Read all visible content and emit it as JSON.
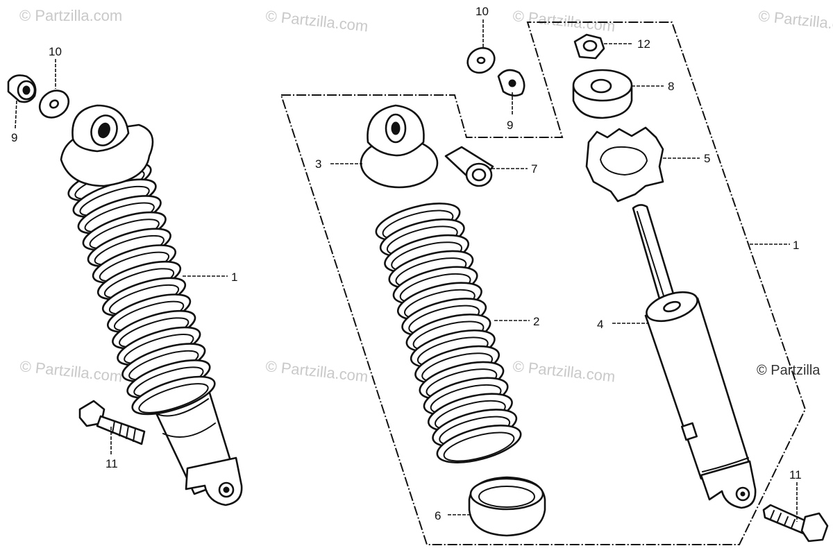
{
  "watermark": {
    "text": "© Partzilla.com",
    "side_text": "© Partzilla"
  },
  "callouts": [
    {
      "id": "c-10-left",
      "label": "10"
    },
    {
      "id": "c-9-left",
      "label": "9"
    },
    {
      "id": "c-1-left",
      "label": "1"
    },
    {
      "id": "c-11-left",
      "label": "11"
    },
    {
      "id": "c-10-top",
      "label": "10"
    },
    {
      "id": "c-9-mid",
      "label": "9"
    },
    {
      "id": "c-3",
      "label": "3"
    },
    {
      "id": "c-7",
      "label": "7"
    },
    {
      "id": "c-2",
      "label": "2"
    },
    {
      "id": "c-6",
      "label": "6"
    },
    {
      "id": "c-12",
      "label": "12"
    },
    {
      "id": "c-8",
      "label": "8"
    },
    {
      "id": "c-5",
      "label": "5"
    },
    {
      "id": "c-1-right",
      "label": "1"
    },
    {
      "id": "c-4",
      "label": "4"
    },
    {
      "id": "c-11-right",
      "label": "11"
    }
  ]
}
